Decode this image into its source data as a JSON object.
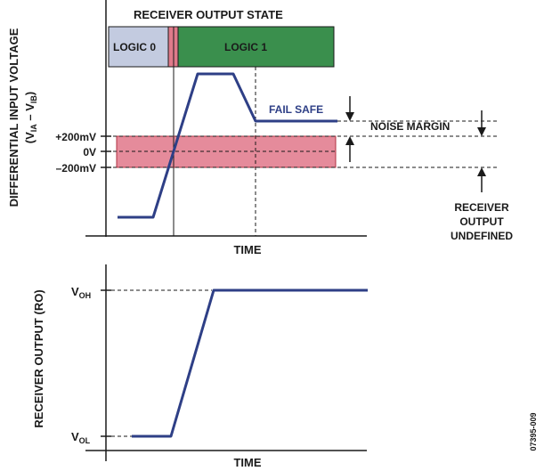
{
  "top_plot": {
    "state_title": "RECEIVER OUTPUT STATE",
    "logic0_label": "LOGIC 0",
    "logic1_label": "LOGIC 1",
    "y_axis_label": {
      "line1": "DIFFERENTIAL INPUT VOLTAGE",
      "line2_prefix": "(V",
      "line2_sub_a": "IA",
      "line2_mid": " – V",
      "line2_sub_b": "IB",
      "line2_suffix": ")"
    },
    "tick_plus": "+200mV",
    "tick_zero": "0V",
    "tick_minus": "–200mV",
    "fail_safe_label": "FAIL SAFE",
    "noise_margin_label": "NOISE MARGIN",
    "undefined_label": [
      "RECEIVER",
      "OUTPUT",
      "UNDEFINED"
    ],
    "x_axis_label": "TIME"
  },
  "bottom_plot": {
    "y_axis_label": "RECEIVER OUTPUT (RO)",
    "voh_main": "V",
    "voh_sub": "OH",
    "vol_main": "V",
    "vol_sub": "OL",
    "x_axis_label": "TIME"
  },
  "figure_code": "07395-009",
  "colors": {
    "logic0_fill": "#c3cbe0",
    "logic1_fill": "#3a8f4d",
    "transition_fill": "#e07a8a",
    "undefined_band": "#e58b9b",
    "waveform": "#2e3f86",
    "axis": "#1a1a1a"
  }
}
